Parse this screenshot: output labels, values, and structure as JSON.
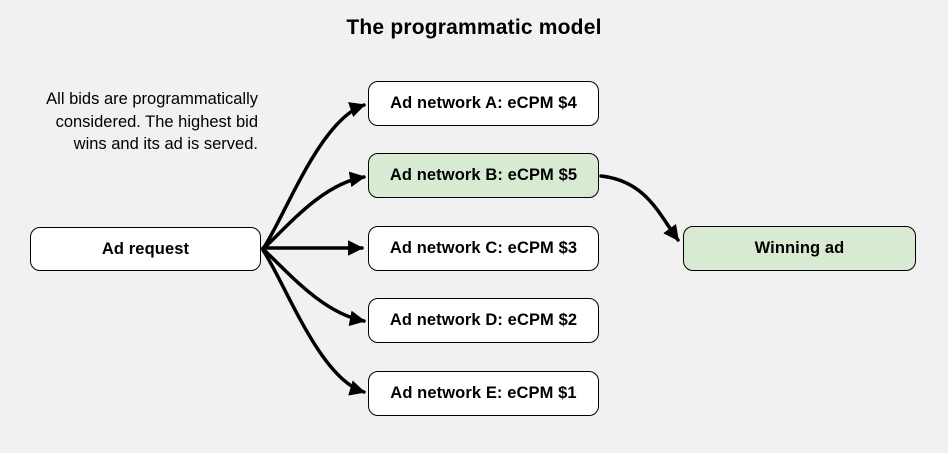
{
  "title": "The programmatic model",
  "description": {
    "lines": [
      "All bids are programmatically",
      "considered. The highest bid",
      "wins and its ad is served."
    ]
  },
  "nodes": {
    "ad_request": {
      "label": "Ad request",
      "highlight": false
    },
    "networks": [
      {
        "label": "Ad network A: eCPM $4",
        "highlight": false
      },
      {
        "label": "Ad network B: eCPM $5",
        "highlight": true
      },
      {
        "label": "Ad network C: eCPM $3",
        "highlight": false
      },
      {
        "label": "Ad network D: eCPM $2",
        "highlight": false
      },
      {
        "label": "Ad network E: eCPM $1",
        "highlight": false
      }
    ],
    "winning_ad": {
      "label": "Winning ad",
      "highlight": true
    }
  },
  "edges": [
    {
      "from": "ad-request",
      "to": "ad-network-a"
    },
    {
      "from": "ad-request",
      "to": "ad-network-b"
    },
    {
      "from": "ad-request",
      "to": "ad-network-c"
    },
    {
      "from": "ad-request",
      "to": "ad-network-d"
    },
    {
      "from": "ad-request",
      "to": "ad-network-e"
    },
    {
      "from": "ad-network-b",
      "to": "winning-ad"
    }
  ],
  "colors": {
    "background": "#f1f1f2",
    "box_fill": "#ffffff",
    "highlight_fill": "#d9ead3",
    "box_border": "#000000",
    "arrow": "#000000",
    "text": "#000000"
  }
}
